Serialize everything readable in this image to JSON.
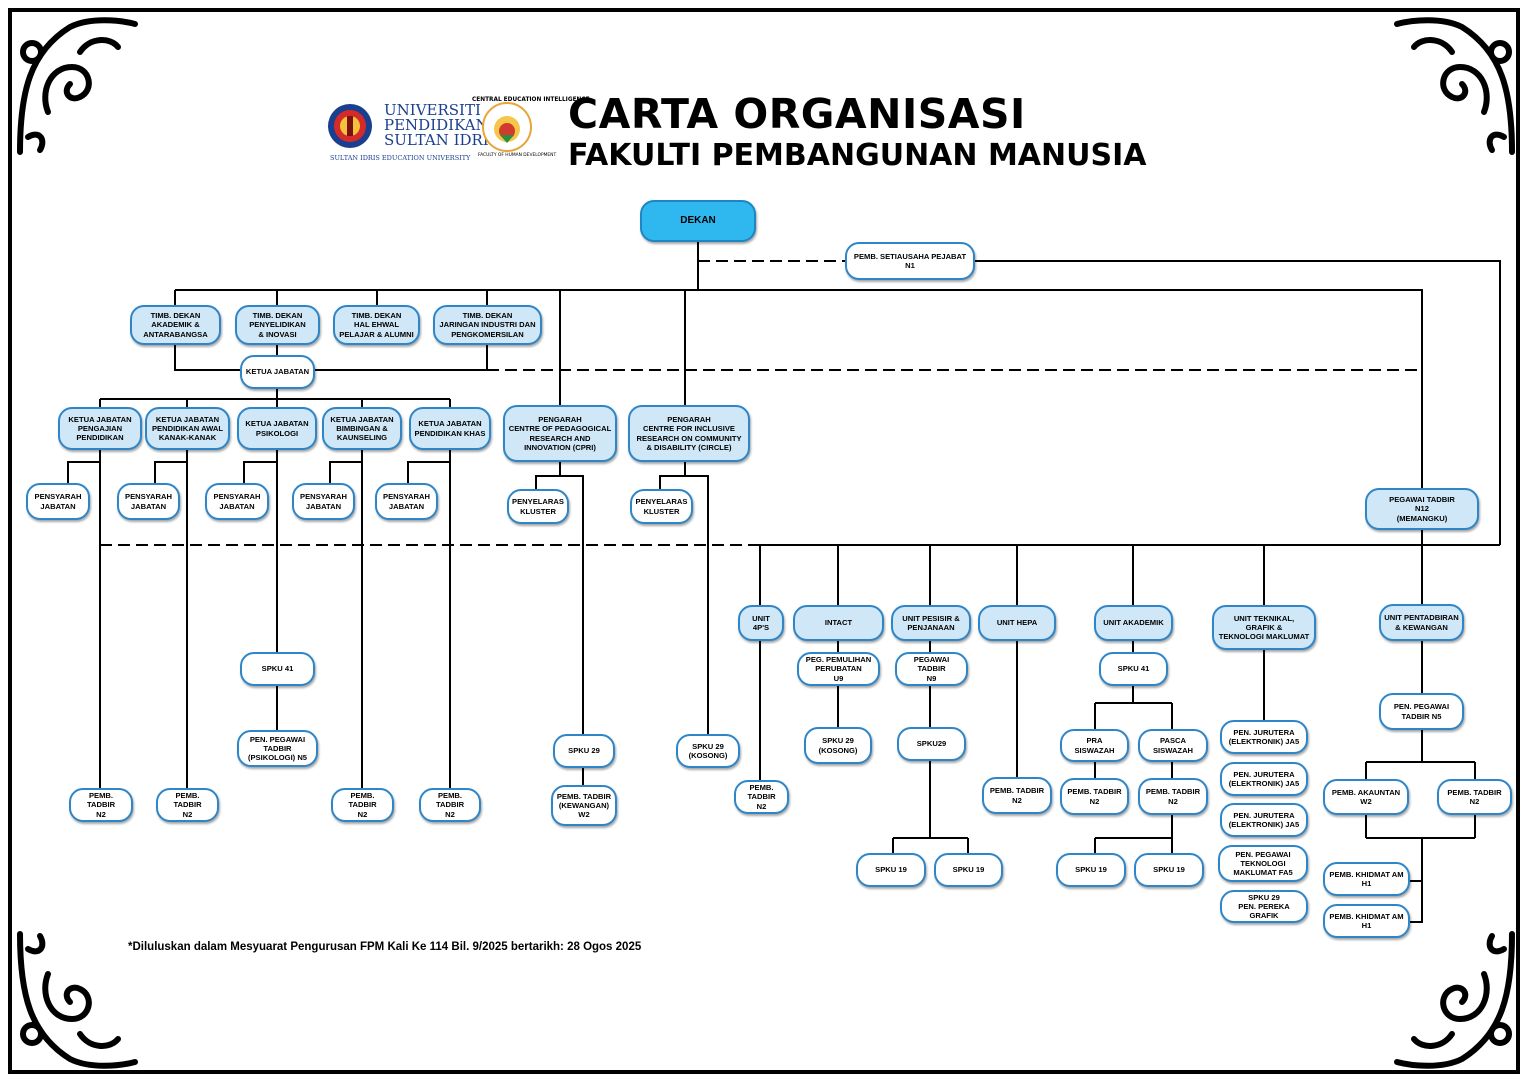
{
  "header": {
    "title": "CARTA ORGANISASI",
    "subtitle": "FAKULTI PEMBANGUNAN MANUSIA"
  },
  "logos": {
    "upsi_line1": "UNIVERSITI",
    "upsi_line2": "PENDIDIKAN",
    "upsi_line3": "SULTAN IDRIS",
    "upsi_tagline": "SULTAN IDRIS EDUCATION UNIVERSITY",
    "cei_arc": "CENTRAL EDUCATION INTELLIGENCE",
    "cei_sub": "FACULTY OF HUMAN DEVELOPMENT"
  },
  "nodes": {
    "dekan": "DEKAN",
    "setiausaha": "PEMB. SETIAUSAHA PEJABAT\nN1",
    "td_akademik": "TIMB. DEKAN\nAKADEMIK &\nANTARABANGSA",
    "td_penyelidikan": "TIMB. DEKAN\nPENYELIDIKAN\n& INOVASI",
    "td_hep": "TIMB. DEKAN\nHAL EHWAL\nPELAJAR & ALUMNI",
    "td_jaringan": "TIMB. DEKAN\nJARINGAN INDUSTRI DAN\nPENGKOMERSILAN",
    "ketua_jabatan": "KETUA JABATAN",
    "kj_pengajian": "KETUA JABATAN\nPENGAJIAN\nPENDIDIKAN",
    "kj_awal": "KETUA JABATAN\nPENDIDIKAN AWAL\nKANAK-KANAK",
    "kj_psikologi": "KETUA JABATAN\nPSIKOLOGI",
    "kj_bimbingan": "KETUA JABATAN\nBIMBINGAN &\nKAUNSELING",
    "kj_khas": "KETUA JABATAN\nPENDIDIKAN KHAS",
    "pengarah_cpri": "PENGARAH\nCENTRE OF PEDAGOGICAL\nRESEARCH AND\nINNOVATION (CPRI)",
    "pengarah_circle": "PENGARAH\nCENTRE FOR  INCLUSIVE\nRESEARCH ON COMMUNITY\n& DISABILITY (CIRCLE)",
    "pegawai_n12": "PEGAWAI TADBIR\nN12\n(MEMANGKU)",
    "pensyarah": "PENSYARAH\nJABATAN",
    "penyelaras": "PENYELARAS\nKLUSTER",
    "spku41": "SPKU 41",
    "pen_pegawai_psiko": "PEN. PEGAWAI\nTADBIR\n(PSIKOLOGI) N5",
    "pemb_tadbir_n2": "PEMB. TADBIR\nN2",
    "spku29": "SPKU 29",
    "pemb_tadbir_kew": "PEMB. TADBIR\n(KEWANGAN)\nW2",
    "spku29_kosong": "SPKU 29\n(KOSONG)",
    "unit_4ps": "UNIT\n4P'S",
    "pemb_tadbir_n2_stack": "PEMB.\nTADBIR\nN2",
    "intact": "INTACT",
    "peg_pemulihan": "PEG. PEMULIHAN\nPERUBATAN\nU9",
    "unit_pesisir": "UNIT PESISIR &\nPENJANAAN",
    "pegawai_n9": "PEGAWAI TADBIR\nN9",
    "spku29_nospace": "SPKU29",
    "spku19": "SPKU 19",
    "unit_hepa": "UNIT HEPA",
    "unit_akademik": "UNIT AKADEMIK",
    "pra_siswazah": "PRA\nSISWAZAH",
    "pasca_siswazah": "PASCA\nSISWAZAH",
    "unit_teknikal": "UNIT TEKNIKAL,\nGRAFIK &\nTEKNOLOGI MAKLUMAT",
    "pen_jurutera": "PEN. JURUTERA\n(ELEKTRONIK) JA5",
    "pen_peg_teknologi": "PEN. PEGAWAI\nTEKNOLOGI\nMAKLUMAT FA5",
    "spku29_grafik": "SPKU 29\nPEN. PEREKA GRAFIK",
    "unit_pentadbiran": "UNIT PENTADBIRAN\n& KEWANGAN",
    "pen_pegawai_n5": "PEN. PEGAWAI\nTADBIR N5",
    "pemb_akauntan": "PEMB. AKAUNTAN\nW2",
    "pemb_khidmat": "PEMB. KHIDMAT AM\nH1"
  },
  "footnote": "*Diluluskan dalam Mesyuarat Pengurusan FPM Kali Ke 114 Bil. 9/2025 bertarikh: 28 Ogos 2025",
  "colors": {
    "node_border": "#2e86c9",
    "node_fill": "#cfe7f6",
    "dekan_fill": "#2fb8ef",
    "line": "#000000"
  }
}
